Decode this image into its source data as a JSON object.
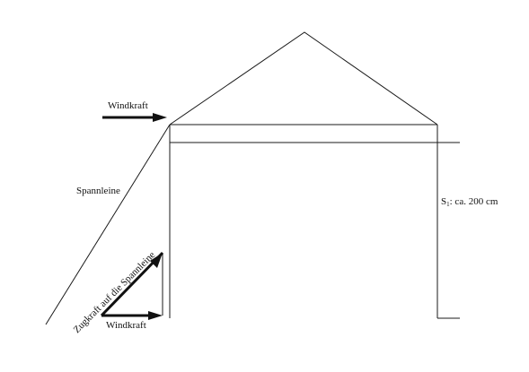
{
  "labels": {
    "windkraft_top": "Windkraft",
    "spannleine": "Spannleine",
    "s1_prefix": "S",
    "s1_subscript": "1",
    "s1_suffix": ": ca. 200 cm",
    "zugkraft": "Zugkraft auf die Spannleine",
    "windkraft_bottom": "Windkraft"
  },
  "colors": {
    "line": "#1a1a1a",
    "arrow": "#111111",
    "background": "#ffffff"
  }
}
